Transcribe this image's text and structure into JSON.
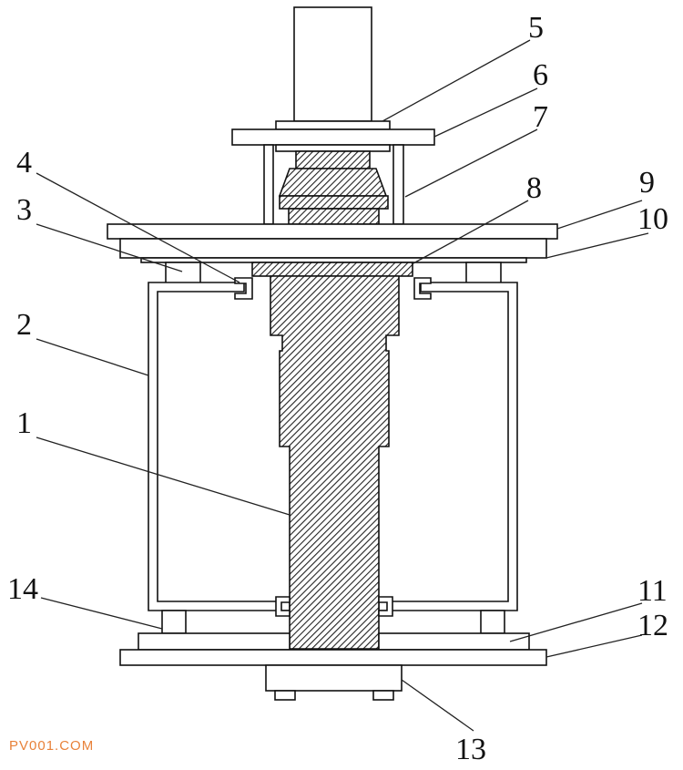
{
  "labels": {
    "l1": "1",
    "l2": "2",
    "l3": "3",
    "l4": "4",
    "l5": "5",
    "l6": "6",
    "l7": "7",
    "l8": "8",
    "l9": "9",
    "l10": "10",
    "l11": "11",
    "l12": "12",
    "l13": "13",
    "l14": "14"
  },
  "watermark": "PV001.COM",
  "colors": {
    "line": "#111111",
    "watermark": "#e8823a"
  }
}
